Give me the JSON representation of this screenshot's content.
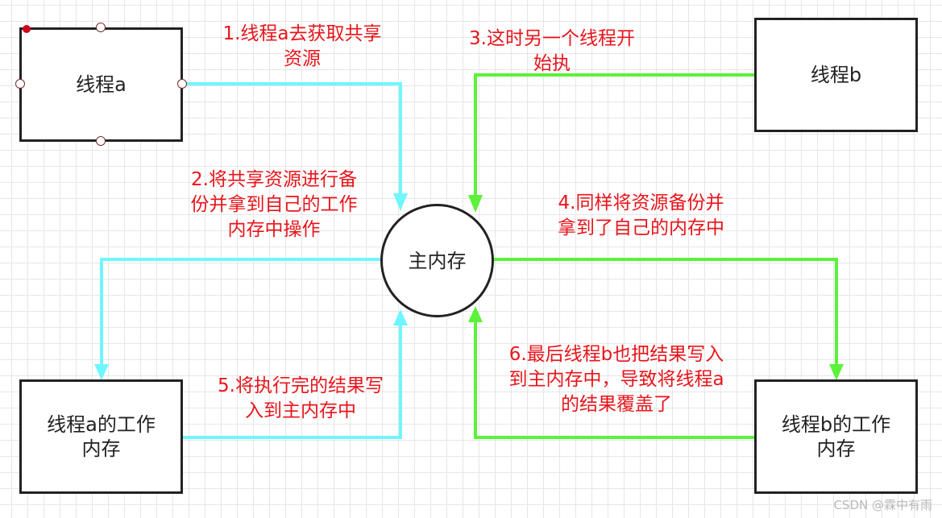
{
  "nodes": {
    "thread_a": "线程a",
    "thread_b": "线程b",
    "main_memory": "主内存",
    "thread_a_work_memory": "线程a的工作\n内存",
    "thread_b_work_memory": "线程b的工作\n内存"
  },
  "edges": {
    "step1": "1.线程a去获取共享\n资源",
    "step2": "2.将共享资源进行备\n份并拿到自己的工作\n内存中操作",
    "step3": "3.这时另一个线程开\n始执",
    "step4": "4.同样将资源备份并\n拿到了自己的内存中",
    "step5": "5.将执行完的结果写\n入到主内存中",
    "step6": "6.最后线程b也把结果写入\n到主内存中，导致将线程a\n的结果覆盖了"
  },
  "colors": {
    "cyan_edge": "#6ff6ff",
    "green_edge": "#5bf23a",
    "label_red": "#e8151b",
    "border": "#222222"
  },
  "watermark": "CSDN @霖中有雨"
}
